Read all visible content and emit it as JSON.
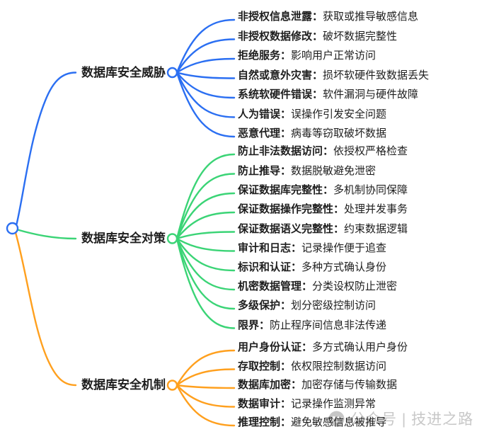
{
  "title": "数据库安全思维导图",
  "colors": {
    "branch_threats": "#2b6ff2",
    "branch_countermeasures": "#3bd476",
    "branch_mechanisms": "#ffa01e",
    "text": "#1e1e1e",
    "watermark": "#c8c8c8",
    "node_fill": "#ffffff"
  },
  "branches": [
    {
      "label": "数据库安全威胁",
      "color": "#2b6ff2",
      "leaves": [
        {
          "term": "非授权信息泄露：",
          "desc": "获取或推导敏感信息"
        },
        {
          "term": "非授权数据修改：",
          "desc": "破坏数据完整性"
        },
        {
          "term": "拒绝服务：",
          "desc": "影响用户正常访问"
        },
        {
          "term": "自然或意外灾害：",
          "desc": "损坏软硬件致数据丢失"
        },
        {
          "term": "系统软硬件错误：",
          "desc": "软件漏洞与硬件故障"
        },
        {
          "term": "人为错误：",
          "desc": "误操作引发安全问题"
        },
        {
          "term": "恶意代理：",
          "desc": "病毒等窃取破坏数据"
        }
      ]
    },
    {
      "label": "数据库安全对策",
      "color": "#3bd476",
      "leaves": [
        {
          "term": "防止非法数据访问：",
          "desc": "依授权严格检查"
        },
        {
          "term": "防止推导：",
          "desc": "数据脱敏避免泄密"
        },
        {
          "term": "保证数据库完整性：",
          "desc": "多机制协同保障"
        },
        {
          "term": "保证数据操作完整性：",
          "desc": "处理并发事务"
        },
        {
          "term": "保证数据语义完整性：",
          "desc": "约束数据逻辑"
        },
        {
          "term": "审计和日志：",
          "desc": "记录操作便于追查"
        },
        {
          "term": "标识和认证：",
          "desc": "多种方式确认身份"
        },
        {
          "term": "机密数据管理：",
          "desc": "分类设权防止泄密"
        },
        {
          "term": "多级保护：",
          "desc": "划分密级控制访问"
        },
        {
          "term": "限界：",
          "desc": "防止程序间信息非法传递"
        }
      ]
    },
    {
      "label": "数据库安全机制",
      "color": "#ffa01e",
      "leaves": [
        {
          "term": "用户身份认证：",
          "desc": "多方式确认用户身份"
        },
        {
          "term": "存取控制：",
          "desc": "依权限控制数据访问"
        },
        {
          "term": "数据库加密：",
          "desc": "加密存储与传输数据"
        },
        {
          "term": "数据审计：",
          "desc": "记录操作监测异常"
        },
        {
          "term": "推理控制：",
          "desc": "避免敏感信息被推导"
        }
      ]
    }
  ],
  "watermark": {
    "icon": "smiley-logo-icon",
    "text": "公众号 | 技进之路"
  }
}
